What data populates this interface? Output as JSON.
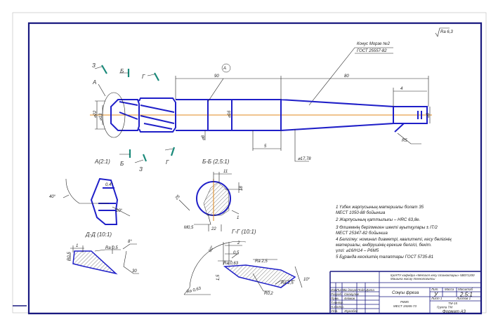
{
  "drawing": {
    "roughness_symbol": "Ra 6,3",
    "material_leader": [
      "Конус Морзе №2",
      "ГОСТ 25557-82"
    ],
    "view_labels": {
      "a": "А",
      "b": "Б",
      "g": "Г",
      "z": "З"
    },
    "section_titles": {
      "a": "А(2:1)",
      "bb": "Б-Б (2,5:1)",
      "dd": "Д-Д (10:1)",
      "gg": "Г-Г (10:1)"
    },
    "dimensions": {
      "d_head": "⌀22",
      "d_tip": "⌀13",
      "d_shank": "⌀16",
      "d_neck": "⌀8",
      "len_90": "90",
      "len_80": "80",
      "len_5": "5",
      "taper": "⌀17,78",
      "tang_len": "4",
      "tang_r": "R5",
      "tang_d": "⌀6",
      "callout": "А",
      "angle_40": "40°",
      "chamfer": "0,4°",
      "angle_20": "20°",
      "bb_11": "11",
      "bb_18": "18",
      "bb_25": "25",
      "bb_m": "M0,5",
      "bb_22": "22",
      "bb_1": "1",
      "dd_1": "1",
      "dd_ra": "Ra 0,5",
      "dd_8": "8°",
      "dd_30": "30",
      "dd_r": "R0,5",
      "gg_2": "2",
      "gg_05": "0,5",
      "gg_ra1": "Ra 0,63",
      "gg_ra2": "Ra 0,63",
      "gg_ra3": "Ra 2,5",
      "gg_60": "60°",
      "gg_10": "10°",
      "gg_r": "R0,2",
      "gg_15": "1,5"
    },
    "notes": [
      "1  Үзбек жарпусының материалы болат 35",
      "    МЕСТ 1050-88 бойынша",
      "2  Жарпусының қаттылығы – HRC 63,8е.",
      "3  Өлшемнің берілмеген шекті ауытқулары ± IT/2",
      "    МЕСТ 25347-82 бойынша",
      "4  Белгілеу: номинал диаметрі, квалитеті, кесу бөлігінің",
      "    материалы, өндірушінің ерекше белгісі, бекіт.",
      "    үлгі: ⌀16/Н14 – Р6М5",
      "5  Бұранда кескіштің талаптары ГОСТ 5735-81"
    ]
  },
  "title_block": {
    "org": "ҚазҰТУ кафедра «Металл кесу станоктары» 5В071200",
    "org2": "Машина жасау технологиясы",
    "name": "Соңғы фреза",
    "col_headers": [
      "Изм",
      "Лист",
      "№ докум.",
      "Подп.",
      "Дата"
    ],
    "rows": [
      "Разраб.",
      "Пров.",
      "Т.контр.",
      "Н.контр.",
      "Утв."
    ],
    "developer": "Смагұлов",
    "checker": "Әлімов",
    "approver": "Жұмабек",
    "material": "Р6М5",
    "standard": "МЕСТ 19265-73",
    "lit_header": "Лит.",
    "mass_header": "Масса",
    "scale_header": "Масштаб",
    "lit": "У",
    "scale": "2,5:1",
    "sheet": "Лист 1",
    "sheets": "Листов 1",
    "group": "ТМ-15",
    "group2": "Группа ТМ",
    "format": "Формат А3"
  }
}
